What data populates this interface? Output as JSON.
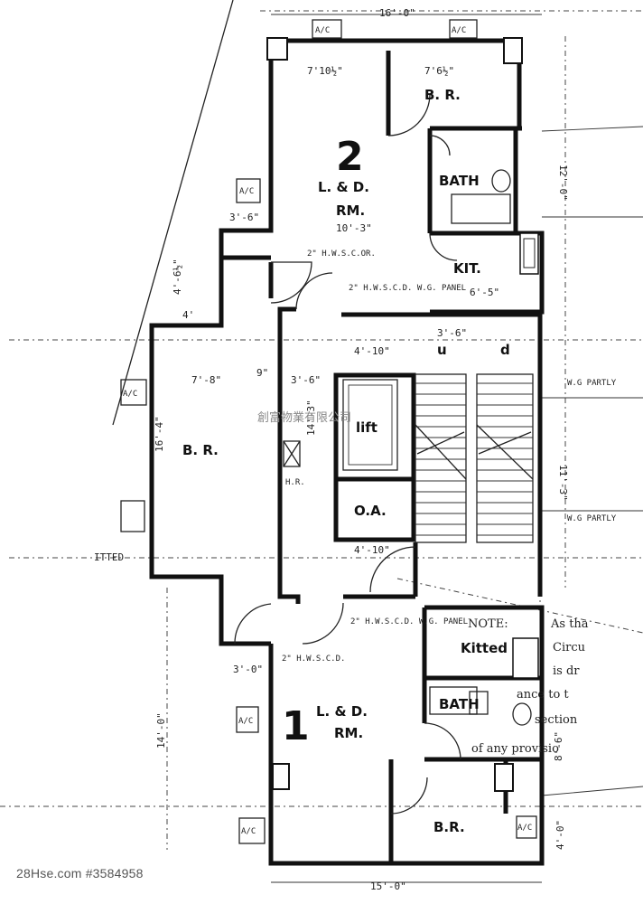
{
  "watermark": "創富物業有限公司",
  "footer": "28Hse.com #3584958",
  "rooms": {
    "flat2_number": "2",
    "flat2_living": "L. & D.",
    "flat2_living_rm": "RM.",
    "flat2_bedroom": "B. R.",
    "flat2_bath": "BATH",
    "flat2_kitchen": "KIT.",
    "flat1_number": "1",
    "flat1_living": "L. & D.",
    "flat1_living_rm": "RM.",
    "flat1_bath": "BATH",
    "flat1_kitchen": "Kitted",
    "flat1_bedroom": "B.R.",
    "middle_bedroom": "B. R.",
    "lift": "lift",
    "oa": "O.A.",
    "hr": "H.R."
  },
  "labels": {
    "ac": "A/C",
    "up": "u",
    "down": "d",
    "wg_partly_1": "W.G PARTLY",
    "wg_partly_2": "W.G PARTLY",
    "hwscor": "2\" H.W.S.C.OR.",
    "hwscd_panel": "2\" H.W.S.C.D. W.G. PANEL",
    "hwscd_panel_2": "2\" H.W.S.C.D. W.G. PANEL",
    "hwscd": "2\" H.W.S.C.D.",
    "itted": "ITTED",
    "note_title": "NOTE:",
    "note_lines": [
      "As tha",
      "Circu",
      "is dr",
      "ance to t",
      "section",
      "of any provisio"
    ]
  },
  "dimensions": {
    "top_width": "16'-0\"",
    "bottom_width": "15'-0\"",
    "d_7_10": "7'10½\"",
    "d_7_6": "7'6½\"",
    "d_12": "12'-0\"",
    "d_10_3": "10'-3\"",
    "d_3_6a": "3'-6\"",
    "d_4_6": "4'-6½\"",
    "d_4": "4'",
    "d_7_8": "7'-8\"",
    "d_9": "9\"",
    "d_3_6b": "3'-6\"",
    "d_16_4": "16'-4\"",
    "d_14_3": "14'-3\"",
    "d_11_3": "11'-3\"",
    "d_4_10": "4'-10\"",
    "d_3_6c": "3'-6\"",
    "d_6_5": "6'-5\"",
    "d_3_0": "3'-0\"",
    "d_14_0": "14'-0\"",
    "d_8_6": "8'-6\"",
    "d_4_0": "4'-0\""
  }
}
